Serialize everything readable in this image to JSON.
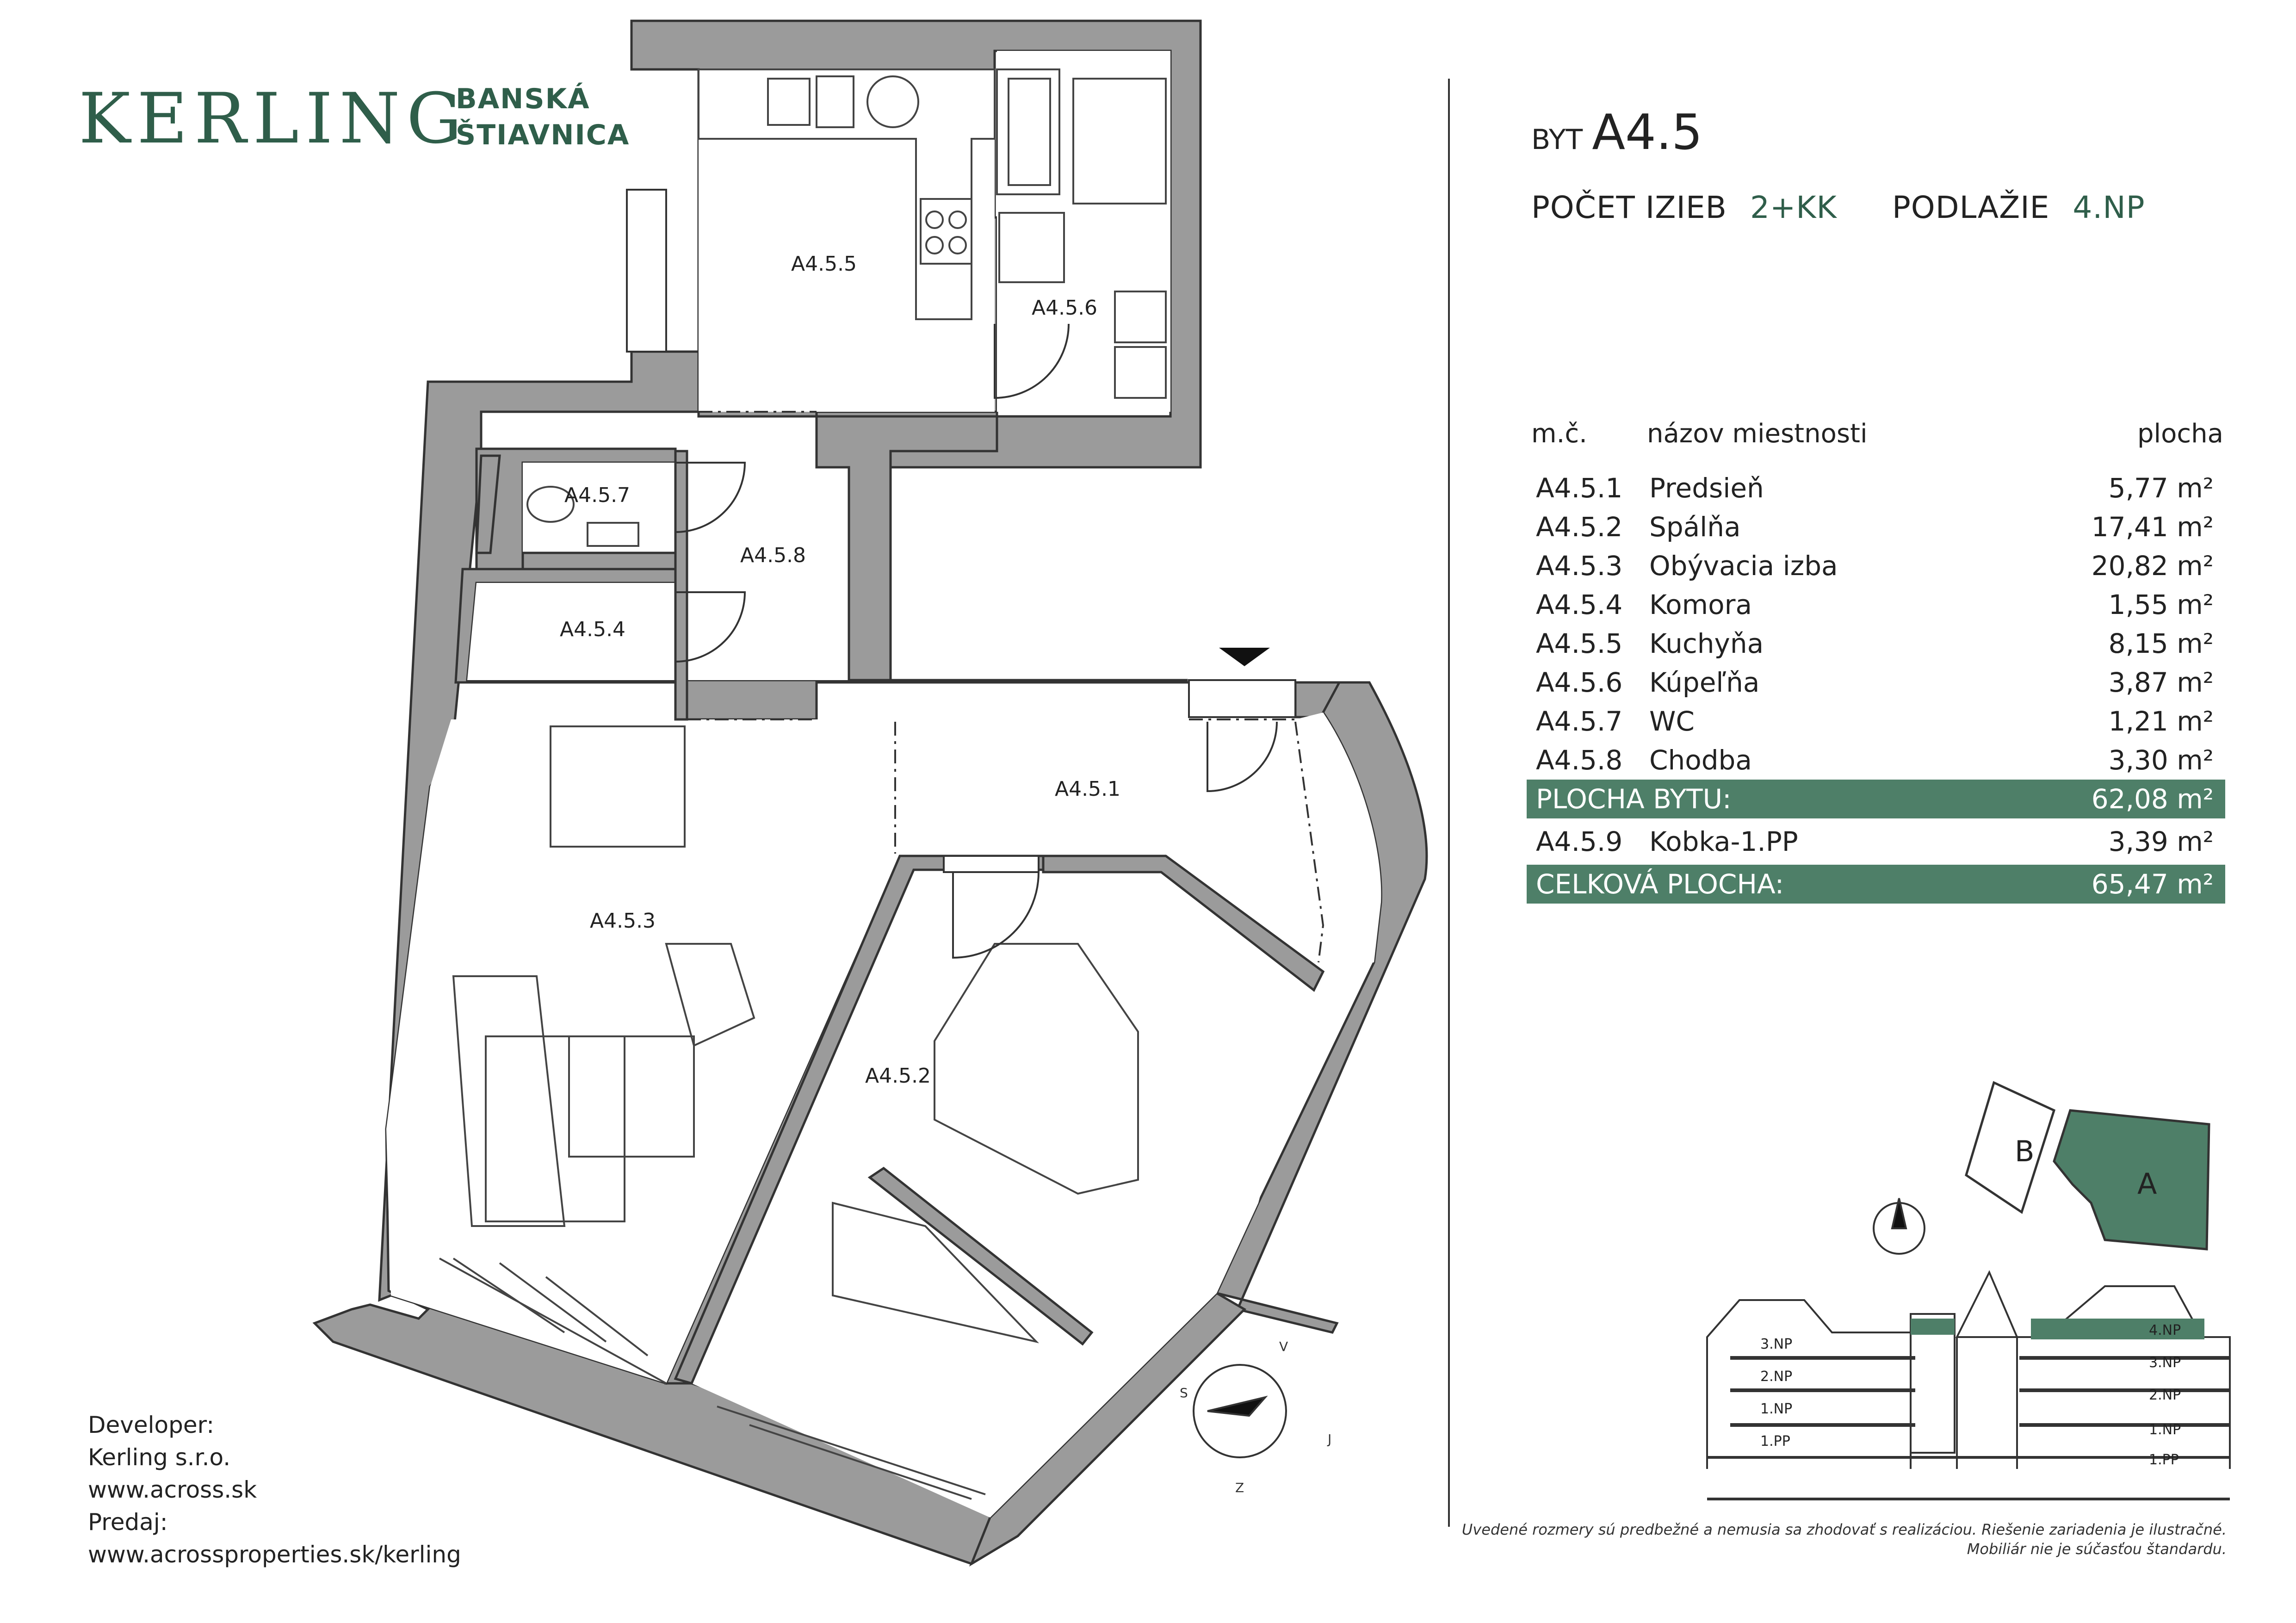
{
  "brand": {
    "name": "KERLING",
    "location_line1": "BANSKÁ",
    "location_line2": "ŠTIAVNICA"
  },
  "unit": {
    "byt_label": "BYT",
    "byt_code": "A4.5",
    "rooms_label": "POČET IZIEB",
    "rooms_value": "2+KK",
    "floor_label": "PODLAŽIE",
    "floor_value": "4.NP"
  },
  "table": {
    "headers": {
      "no": "m.č.",
      "name": "názov miestnosti",
      "area": "plocha"
    },
    "rows": [
      {
        "no": "A4.5.1",
        "name": "Predsieň",
        "area": "5,77 m²"
      },
      {
        "no": "A4.5.2",
        "name": "Spálňa",
        "area": "17,41 m²"
      },
      {
        "no": "A4.5.3",
        "name": "Obývacia izba",
        "area": "20,82 m²"
      },
      {
        "no": "A4.5.4",
        "name": "Komora",
        "area": "1,55 m²"
      },
      {
        "no": "A4.5.5",
        "name": "Kuchyňa",
        "area": "8,15 m²"
      },
      {
        "no": "A4.5.6",
        "name": "Kúpeľňa",
        "area": "3,87 m²"
      },
      {
        "no": "A4.5.7",
        "name": "WC",
        "area": "1,21 m²"
      },
      {
        "no": "A4.5.8",
        "name": "Chodba",
        "area": "3,30 m²"
      }
    ],
    "subtotal": {
      "label": "PLOCHA BYTU:",
      "area": "62,08 m²"
    },
    "extra": {
      "no": "A4.5.9",
      "name": "Kobka-1.PP",
      "area": "3,39 m²"
    },
    "total": {
      "label": "CELKOVÁ PLOCHA:",
      "area": "65,47 m²"
    }
  },
  "plan_labels": {
    "r1": "A4.5.1",
    "r2": "A4.5.2",
    "r3": "A4.5.3",
    "r4": "A4.5.4",
    "r5": "A4.5.5",
    "r6": "A4.5.6",
    "r7": "A4.5.7",
    "r8": "A4.5.8"
  },
  "compass_letters": {
    "s": "S",
    "v": "V",
    "j": "J",
    "z": "Z"
  },
  "building_key": {
    "b": "B",
    "a": "A"
  },
  "section_floors_left": [
    "3.NP",
    "2.NP",
    "1.NP",
    "1.PP"
  ],
  "section_floors_right": [
    "4.NP",
    "3.NP",
    "2.NP",
    "1.NP",
    "1.PP"
  ],
  "developer": {
    "label": "Developer:",
    "company": "Kerling s.r.o.",
    "web": "www.across.sk",
    "sales_label": "Predaj:",
    "sales_web": "www.acrossproperties.sk/kerling"
  },
  "disclaimer": {
    "line1": "Uvedené rozmery sú predbežné a nemusia sa zhodovať s realizáciou. Riešenie zariadenia je ilustračné.",
    "line2": "Mobiliár nie je súčasťou štandardu."
  },
  "colors": {
    "wall": "#9b9b9b",
    "brand_green": "#2f5e4a",
    "table_highlight": "#4e7f68",
    "furniture": "#c9c9c9"
  }
}
